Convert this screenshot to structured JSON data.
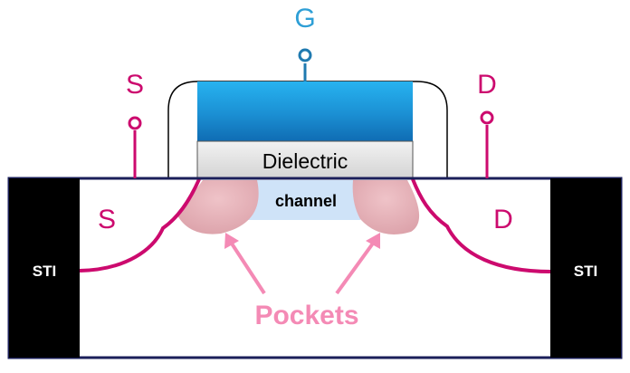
{
  "terminals": {
    "gate": "G",
    "source": "S",
    "drain": "D"
  },
  "regions": {
    "source": "S",
    "drain": "D",
    "channel": "channel",
    "dielectric": "Dielectric",
    "sti_left": "STI",
    "sti_right": "STI",
    "pockets": "Pockets"
  },
  "colors": {
    "terminal_magenta": "#cc0a6e",
    "gate_blue": "#1fa8e6",
    "gate_label_blue": "#2e9fd6",
    "pocket_pink": "#e6b0b6",
    "pocket_label_pink": "#f48ab5",
    "channel_blue": "#cfe3f8",
    "substrate_outline": "#1b1f5a",
    "sti_black": "#000000"
  }
}
